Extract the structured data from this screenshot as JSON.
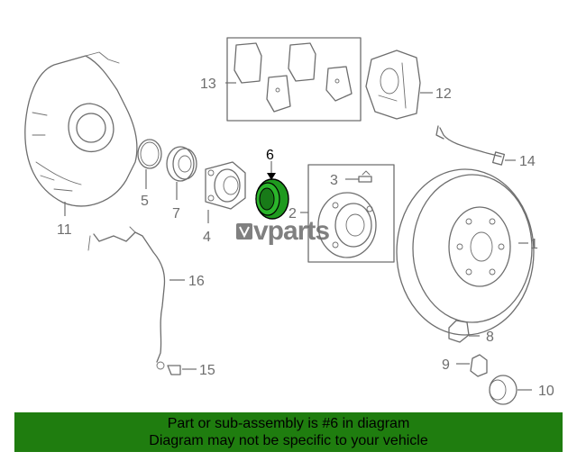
{
  "callouts": {
    "c1": "1",
    "c2": "2",
    "c3": "3",
    "c4": "4",
    "c5": "5",
    "c6": "6",
    "c7": "7",
    "c8": "8",
    "c9": "9",
    "c10": "10",
    "c11": "11",
    "c12": "12",
    "c13": "13",
    "c14": "14",
    "c15": "15",
    "c16": "16"
  },
  "highlighted_part": "6",
  "watermark": {
    "text": "vparts",
    "badge_color": "#6b6b6b"
  },
  "colors": {
    "highlight_fill": "#1f9a1f",
    "line": "#6e6e6e",
    "banner": "#1f7d0f"
  },
  "banner": {
    "line1": "Part or sub-assembly is #6 in diagram",
    "line2": "Diagram may not be specific to your vehicle"
  }
}
